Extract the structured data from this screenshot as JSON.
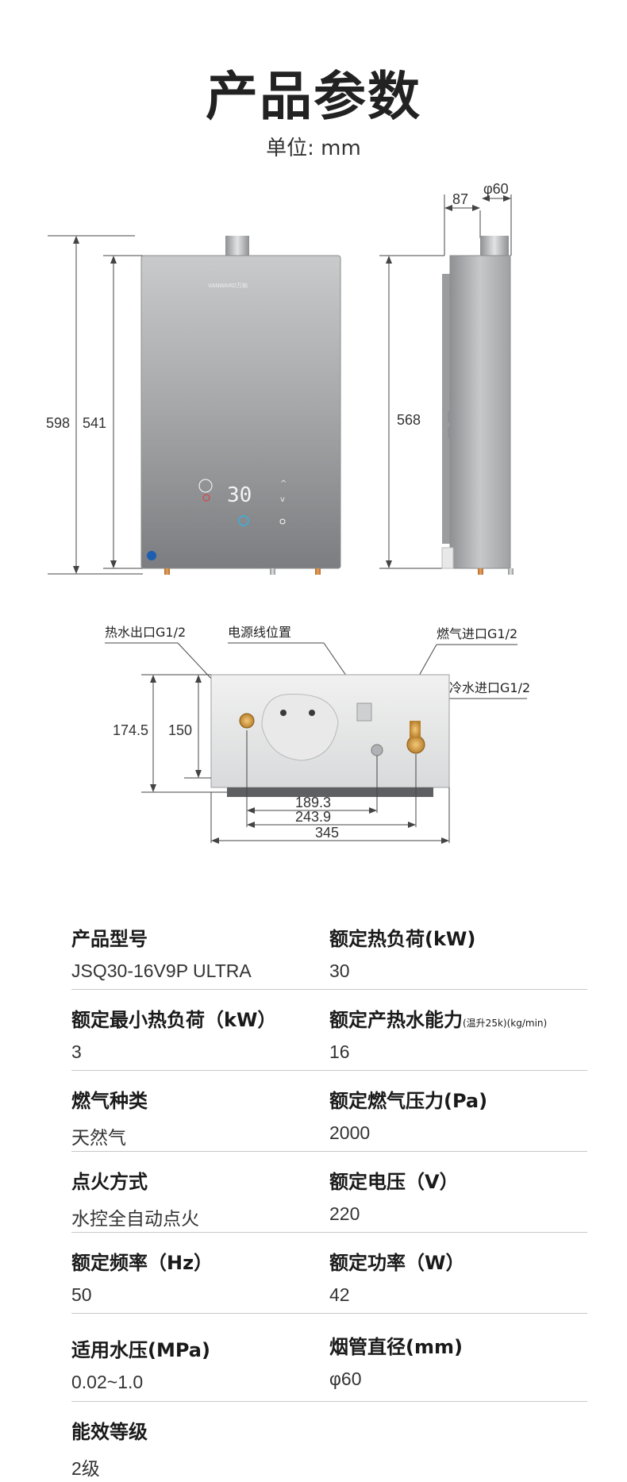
{
  "header": {
    "title": "产品参数",
    "unit": "单位: mm"
  },
  "dims_front": {
    "overall_height": "598",
    "body_height": "541"
  },
  "dims_side": {
    "height": "568",
    "offset": "87",
    "flue_diameter": "φ60"
  },
  "dims_bottom": {
    "hot_out": "热水出口G1/2",
    "power_cable": "电源线位置",
    "gas_in": "燃气进口G1/2",
    "cold_in": "冷水进口G1/2",
    "depth_a": "174.5",
    "depth_b": "150",
    "w1": "189.3",
    "w2": "243.9",
    "w3": "345"
  },
  "specs": [
    {
      "label1": "产品型号",
      "value1": "JSQ30-16V9P ULTRA",
      "label2": "额定热负荷(kW)",
      "label2_note": "",
      "value2": "30"
    },
    {
      "label1": "额定最小热负荷（kW）",
      "value1": "3",
      "label2": "额定产热水能力",
      "label2_note": "(温升25k)(kg/min)",
      "value2": "16"
    },
    {
      "label1": "燃气种类",
      "value1": "天然气",
      "label2": "额定燃气压力(Pa)",
      "label2_note": "",
      "value2": "2000"
    },
    {
      "label1": "点火方式",
      "value1": "水控全自动点火",
      "label2": "额定电压（V）",
      "label2_note": "",
      "value2": "220"
    },
    {
      "label1": "额定频率（Hz）",
      "value1": "50",
      "label2": "额定功率（W）",
      "label2_note": "",
      "value2": "42"
    },
    {
      "label1": "适用水压(MPa)",
      "value1": "0.02~1.0",
      "label2": "烟管直径(mm)",
      "label2_note": "",
      "value2": "φ60"
    },
    {
      "label1": "能效等级",
      "value1": "2级",
      "label2": "",
      "label2_note": "",
      "value2": ""
    }
  ]
}
